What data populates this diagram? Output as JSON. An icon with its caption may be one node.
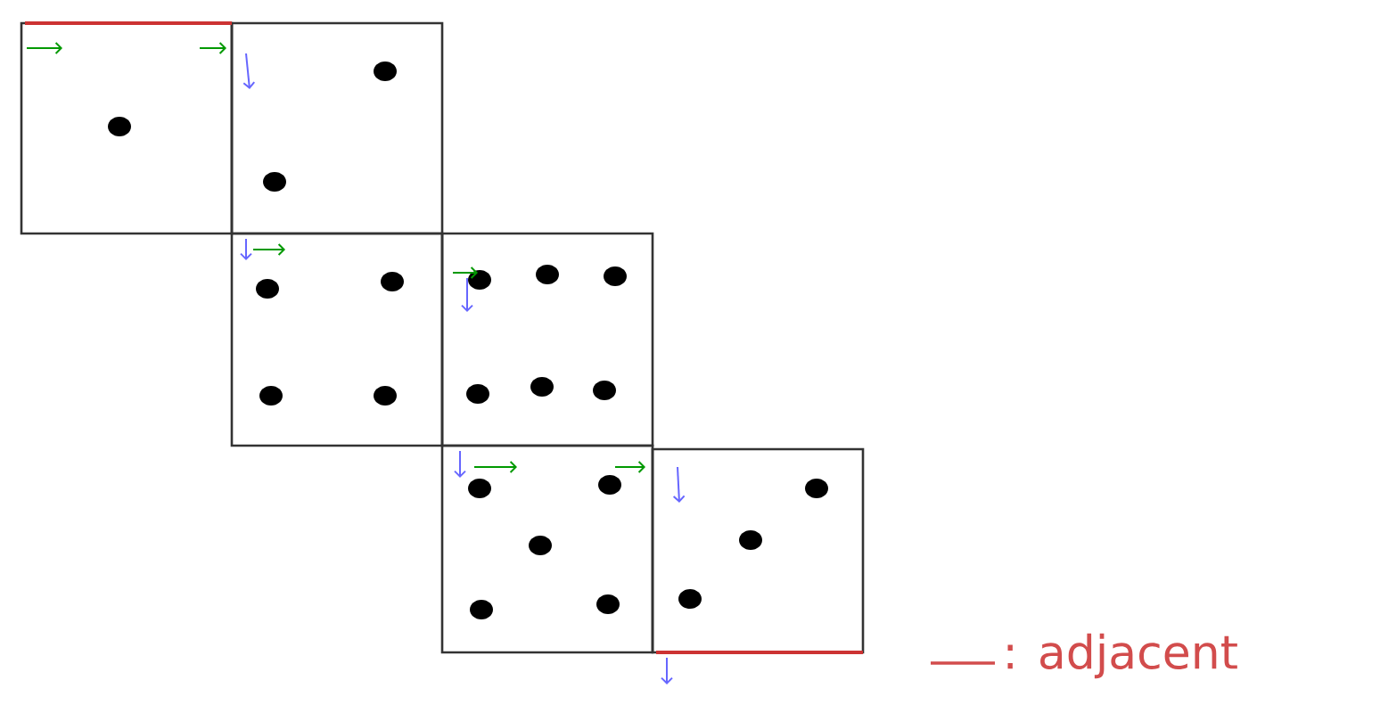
{
  "diagram": {
    "nodes": [
      {
        "text": [],
        "shape": "box"
      },
      {
        "text": [],
        "shape": "box"
      },
      {
        "text": [],
        "shape": "box"
      },
      {
        "text": [],
        "shape": "box"
      },
      {
        "text": [],
        "shape": "box"
      },
      {
        "text": [],
        "shape": "box"
      }
    ],
    "legend": [
      {
        "text": ": adjacent"
      }
    ]
  }
}
